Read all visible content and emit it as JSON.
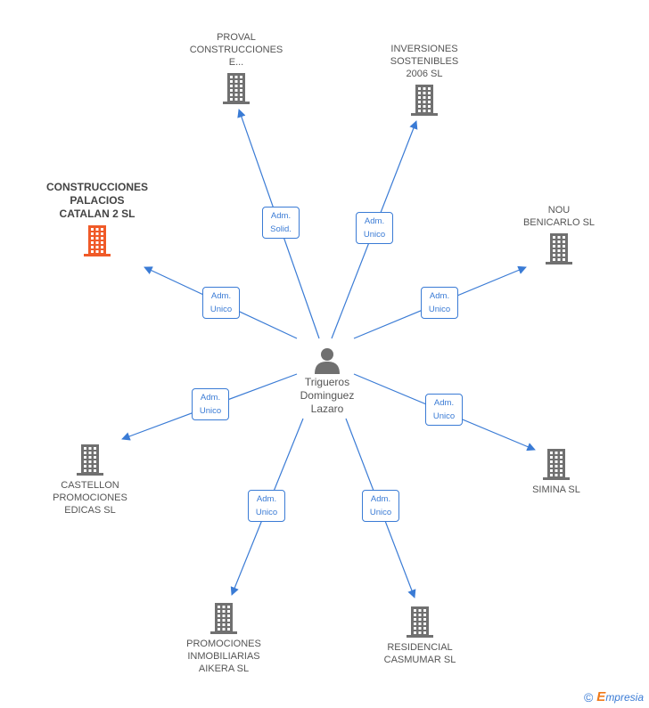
{
  "center": {
    "name": "Trigueros\nDominguez\nLazaro",
    "icon": "person-icon"
  },
  "companies": [
    {
      "id": "proval",
      "name": "PROVAL\nCONSTRUCCIONES\nE...",
      "role": "Adm.\nSolid.",
      "highlight": false,
      "icon": "building-icon"
    },
    {
      "id": "inversiones",
      "name": "INVERSIONES\nSOSTENIBLES\n2006 SL",
      "role": "Adm.\nUnico",
      "highlight": false,
      "icon": "building-icon"
    },
    {
      "id": "palacios",
      "name": "CONSTRUCCIONES\nPALACIOS\nCATALAN 2 SL",
      "role": "Adm.\nUnico",
      "highlight": true,
      "icon": "building-icon"
    },
    {
      "id": "nou",
      "name": "NOU\nBENICARLO  SL",
      "role": "Adm.\nUnico",
      "highlight": false,
      "icon": "building-icon"
    },
    {
      "id": "castellon",
      "name": "CASTELLON\nPROMOCIONES\nEDICAS SL",
      "role": "Adm.\nUnico",
      "highlight": false,
      "icon": "building-icon"
    },
    {
      "id": "simina",
      "name": "SIMINA SL",
      "role": "Adm.\nUnico",
      "highlight": false,
      "icon": "building-icon"
    },
    {
      "id": "aikera",
      "name": "PROMOCIONES\nINMOBILIARIAS\nAIKERA SL",
      "role": "Adm.\nUnico",
      "highlight": false,
      "icon": "building-icon"
    },
    {
      "id": "casmumar",
      "name": "RESIDENCIAL\nCASMUMAR SL",
      "role": "Adm.\nUnico",
      "highlight": false,
      "icon": "building-icon"
    }
  ],
  "colors": {
    "edge": "#3a7bd5",
    "icon": "#707070",
    "highlight_icon": "#f05a28",
    "brand_e": "#f07a1a"
  },
  "footer": {
    "copyright": "©",
    "brand_initial": "E",
    "brand_rest": "mpresia"
  }
}
